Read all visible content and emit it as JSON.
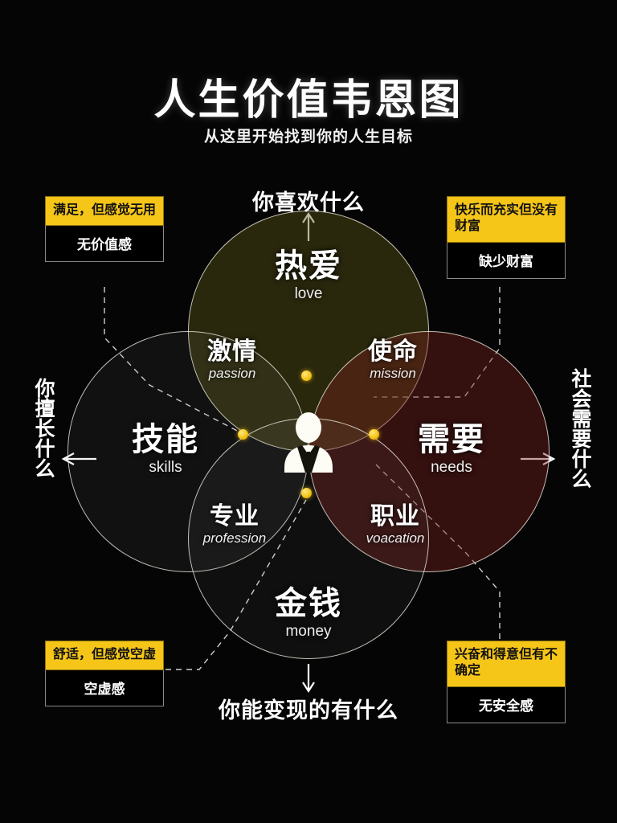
{
  "header": {
    "title": "人生价值韦恩图",
    "subtitle": "从这里开始找到你的人生目标"
  },
  "colors": {
    "background": "#000000",
    "accent_yellow": "#f5c518",
    "circle_stroke": "#ebe8dc",
    "love_tint": "#5c5818",
    "needs_tint": "#76221e",
    "text": "#ffffff"
  },
  "diagram": {
    "type": "venn-4-circle",
    "center_icon": "person-icon",
    "circles": [
      {
        "id": "love",
        "cn": "热爱",
        "en": "love",
        "position": "top",
        "tint": "#5c5818"
      },
      {
        "id": "skills",
        "cn": "技能",
        "en": "skills",
        "position": "left",
        "tint": "#1a1a1a"
      },
      {
        "id": "needs",
        "cn": "需要",
        "en": "needs",
        "position": "right",
        "tint": "#76221e"
      },
      {
        "id": "money",
        "cn": "金钱",
        "en": "money",
        "position": "bottom",
        "tint": "#1a1a1a"
      }
    ],
    "intersections": [
      {
        "id": "passion",
        "cn": "激情",
        "en": "passion",
        "of": "love + skills"
      },
      {
        "id": "mission",
        "cn": "使命",
        "en": "mission",
        "of": "love + needs"
      },
      {
        "id": "profession",
        "cn": "专业",
        "en": "profession",
        "of": "skills + money"
      },
      {
        "id": "voacation",
        "cn": "职业",
        "en": "voacation",
        "of": "needs + money"
      }
    ]
  },
  "directions": {
    "top": {
      "label": "你喜欢什么",
      "arrow": "up-arrow-icon"
    },
    "left": {
      "label": "你擅长什么",
      "arrow": "left-arrow-icon"
    },
    "right": {
      "label": "社会需要什么",
      "arrow": "right-arrow-icon"
    },
    "bottom": {
      "label": "你能变现的有什么",
      "arrow": "down-arrow-icon"
    }
  },
  "callouts": [
    {
      "id": "top-left",
      "head": "满足，但感觉无用",
      "body": "无价值感",
      "node": "passion"
    },
    {
      "id": "top-right",
      "head": "快乐而充实但没有财富",
      "body": "缺少财富",
      "node": "mission"
    },
    {
      "id": "bottom-left",
      "head": "舒适，但感觉空虚",
      "body": "空虚感",
      "node": "profession"
    },
    {
      "id": "bottom-right",
      "head": "兴奋和得意但有不确定",
      "body": "无安全感",
      "node": "voacation"
    }
  ]
}
